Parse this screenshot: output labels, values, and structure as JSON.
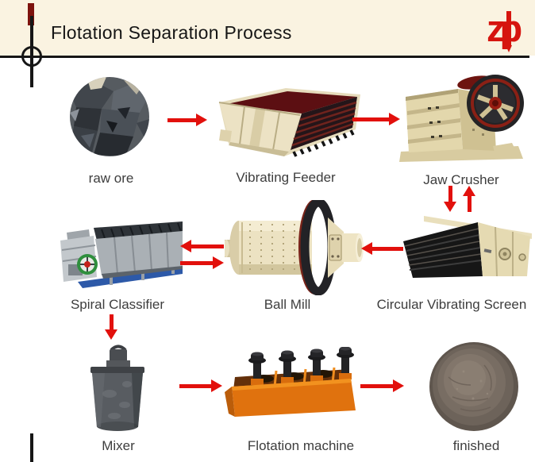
{
  "header": {
    "title": "Flotation Separation Process",
    "logo_text": "zp"
  },
  "colors": {
    "arrow-red": "#e2100c",
    "header-bg": "#faf3e1",
    "accent-red": "#7d120d",
    "logo-red": "#d6150f"
  },
  "process": {
    "nodes": [
      {
        "id": "raw-ore",
        "label": "raw ore"
      },
      {
        "id": "vibrating-feeder",
        "label": "Vibrating Feeder"
      },
      {
        "id": "jaw-crusher",
        "label": "Jaw Crusher"
      },
      {
        "id": "circular-vibrating-screen",
        "label": "Circular Vibrating Screen"
      },
      {
        "id": "ball-mill",
        "label": "Ball Mill"
      },
      {
        "id": "spiral-classifier",
        "label": "Spiral Classifier"
      },
      {
        "id": "mixer",
        "label": "Mixer"
      },
      {
        "id": "flotation-machine",
        "label": "Flotation machine"
      },
      {
        "id": "finished",
        "label": "finished"
      }
    ],
    "connections": [
      {
        "from": "raw ore",
        "to": "Vibrating Feeder",
        "bidirectional": false
      },
      {
        "from": "Vibrating Feeder",
        "to": "Jaw Crusher",
        "bidirectional": false
      },
      {
        "from": "Jaw Crusher",
        "to": "Circular Vibrating Screen",
        "bidirectional": true
      },
      {
        "from": "Circular Vibrating Screen",
        "to": "Ball Mill",
        "bidirectional": false
      },
      {
        "from": "Ball Mill",
        "to": "Spiral Classifier",
        "bidirectional": true
      },
      {
        "from": "Spiral Classifier",
        "to": "Mixer",
        "bidirectional": false
      },
      {
        "from": "Mixer",
        "to": "Flotation machine",
        "bidirectional": false
      },
      {
        "from": "Flotation machine",
        "to": "finished",
        "bidirectional": false
      }
    ]
  }
}
